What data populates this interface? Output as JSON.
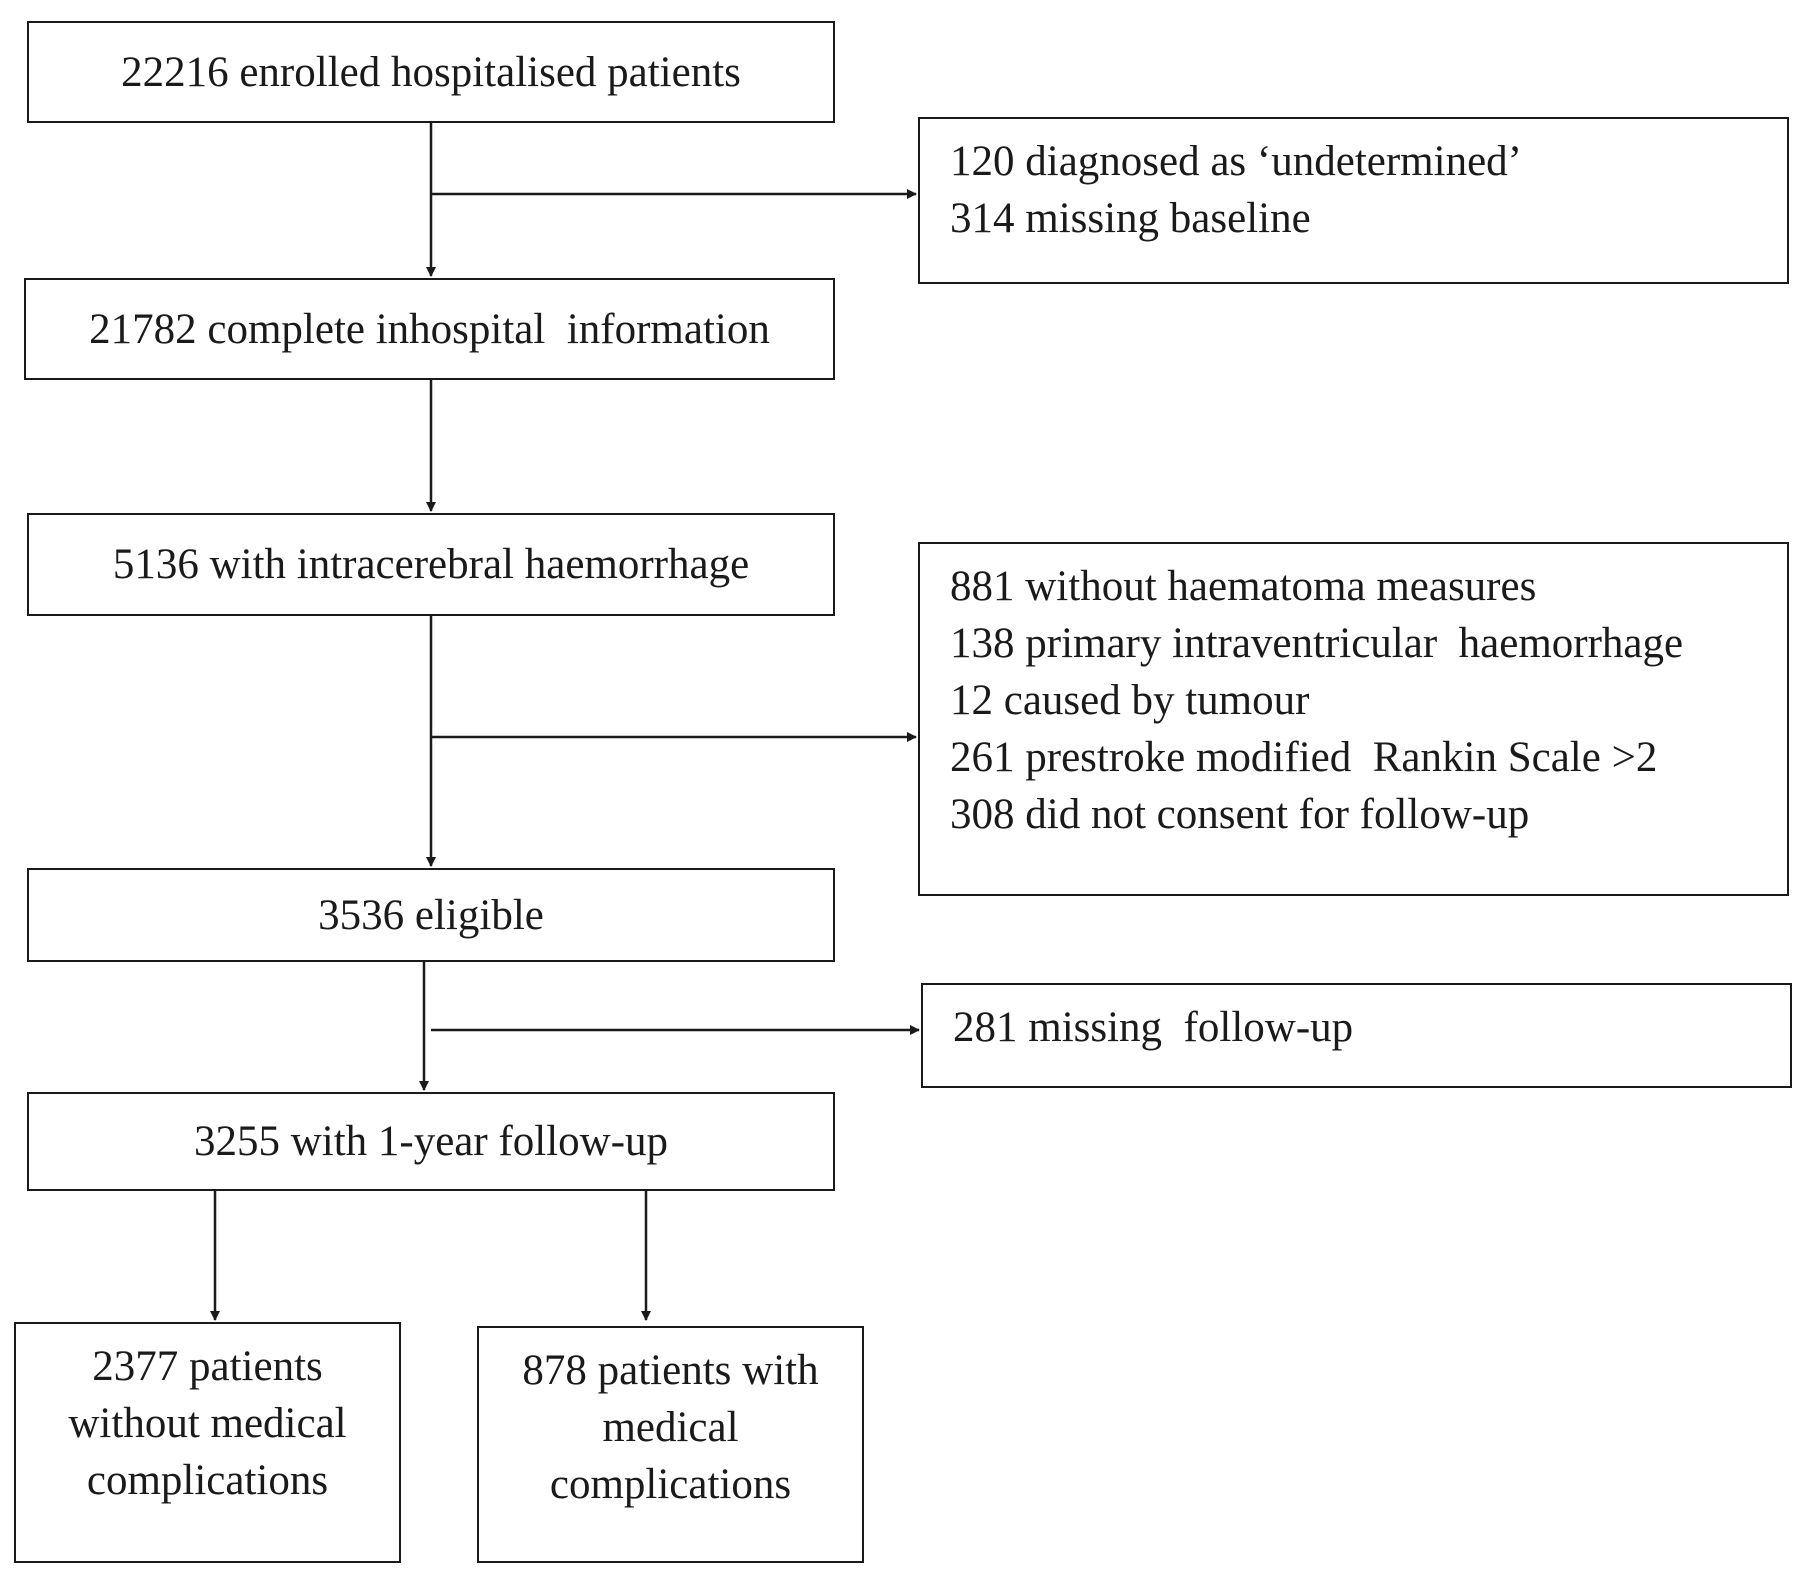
{
  "flowchart": {
    "main_boxes": [
      {
        "id": "enrolled",
        "text": "22216 enrolled hospitalised patients"
      },
      {
        "id": "complete",
        "text": "21782 complete inhospital  information"
      },
      {
        "id": "ich",
        "text": "5136 with intracerebral haemorrhage"
      },
      {
        "id": "eligible",
        "text": "3536 eligible"
      },
      {
        "id": "followup",
        "text": "3255 with 1-year follow-up"
      }
    ],
    "exclusion_boxes": [
      {
        "id": "excl-1",
        "lines": [
          "120 diagnosed as ‘undetermined’",
          "314 missing baseline"
        ]
      },
      {
        "id": "excl-2",
        "lines": [
          "881 without haematoma measures",
          "138 primary intraventricular  haemorrhage",
          "12 caused by tumour",
          "261 prestroke modified  Rankin Scale >2",
          "308 did not consent for follow-up"
        ]
      },
      {
        "id": "excl-3",
        "lines": [
          "281 missing  follow-up"
        ]
      }
    ],
    "outcome_boxes": [
      {
        "id": "without-complications",
        "lines": [
          "2377 patients",
          "without medical",
          "complications"
        ]
      },
      {
        "id": "with-complications",
        "lines": [
          "878 patients with",
          "medical",
          "complications"
        ]
      }
    ]
  }
}
